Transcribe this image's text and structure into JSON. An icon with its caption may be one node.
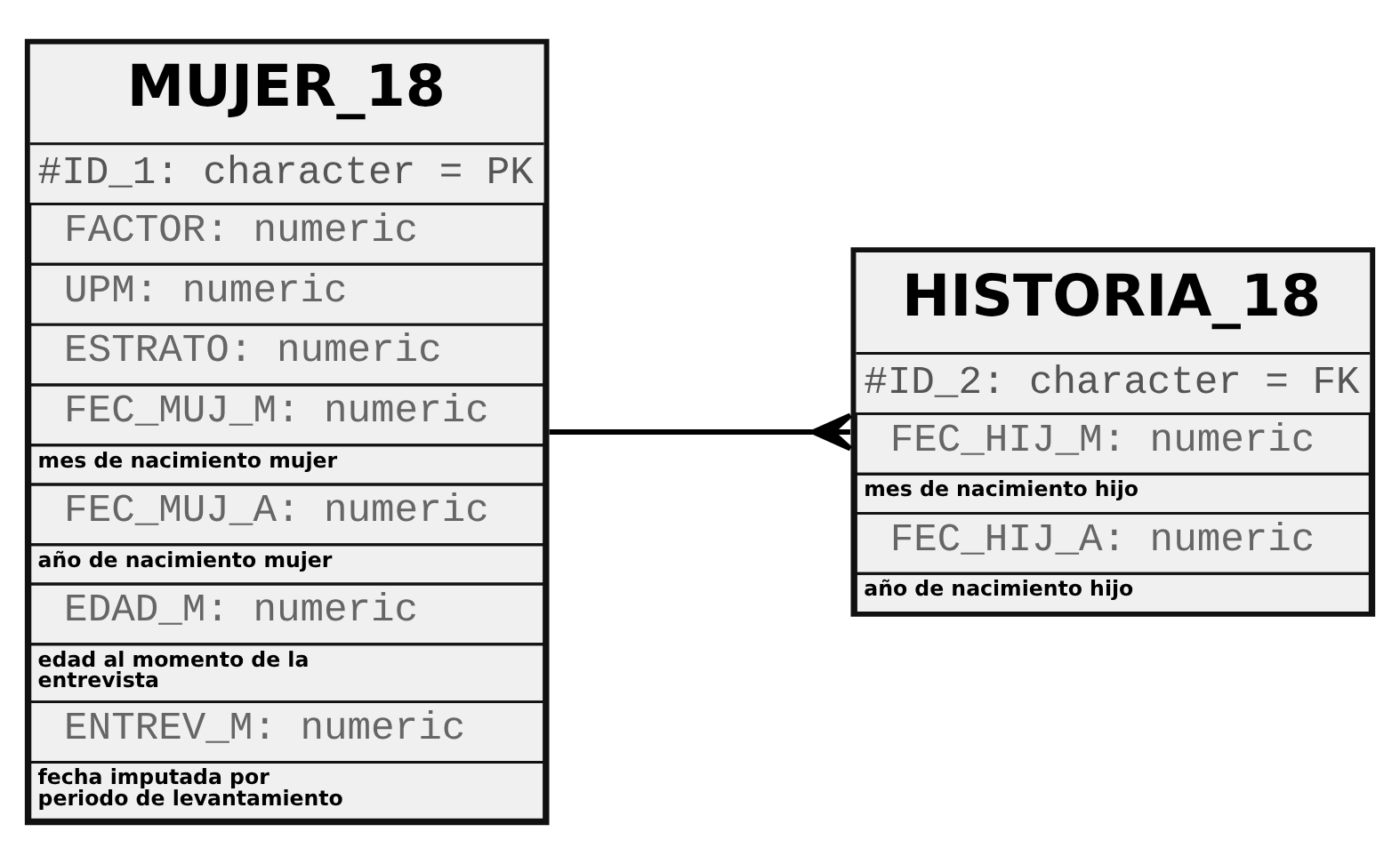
{
  "diagram": {
    "nodes": [
      {
        "text": [
          "MUJER_18",
          "#ID_1: character = PK",
          "FACTOR: numeric",
          "UPM: numeric",
          "ESTRATO: numeric",
          "FEC_MUJ_M: numeric",
          "mes de nacimiento mujer",
          "FEC_MUJ_A: numeric",
          "año de nacimiento mujer",
          "EDAD_M: numeric",
          "edad al momento de la entrevista",
          "ENTREV_M: numeric",
          "fecha imputada por periodo de levantamiento"
        ]
      },
      {
        "text": [
          "HISTORIA_18",
          "#ID_2: character = FK",
          "FEC_HIJ_M: numeric",
          "mes de nacimiento hijo",
          "FEC_HIJ_A: numeric",
          "año de nacimiento hijo"
        ]
      }
    ],
    "edges": [
      {
        "from": 0,
        "to": 1,
        "arrow": "other"
      }
    ]
  }
}
